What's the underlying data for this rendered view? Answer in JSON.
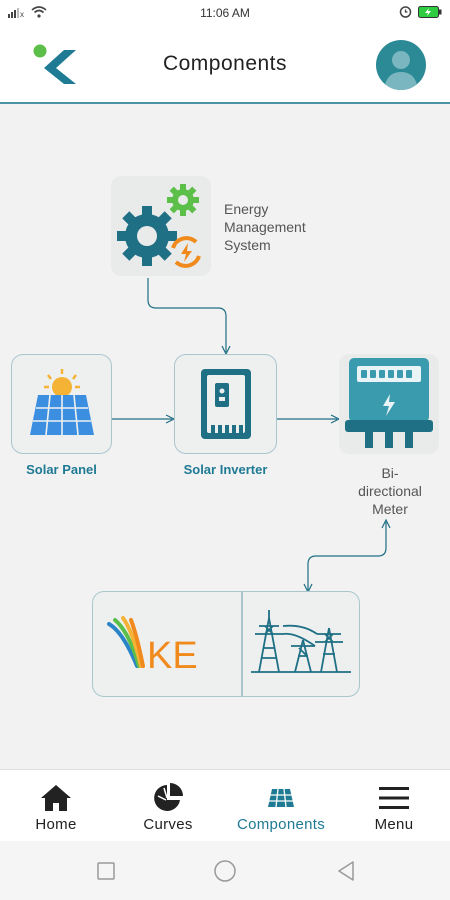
{
  "status_bar": {
    "time": "11:06 AM",
    "icons": [
      "signal-icon",
      "wifi-icon",
      "alarm-icon",
      "battery-charging-icon"
    ]
  },
  "header": {
    "title": "Components",
    "icons": [
      "app-logo-icon",
      "user-avatar-icon"
    ]
  },
  "diagram": {
    "ems_label_lines": [
      "Energy",
      "Management",
      "System"
    ],
    "solar_panel_label": "Solar Panel",
    "solar_inverter_label": "Solar Inverter",
    "meter_label_lines": [
      "Bi-",
      "directional",
      "Meter"
    ],
    "grid_logo_text": "KE",
    "icons": [
      "gears-icon",
      "solar-panel-icon",
      "inverter-icon",
      "meter-icon",
      "ke-logo-icon",
      "power-towers-icon"
    ],
    "colors": {
      "accent": "#1f7a93",
      "card_border": "#a9c6cd",
      "orange": "#f08a1c",
      "green": "#5cbf4a"
    }
  },
  "bottom_nav": {
    "items": [
      {
        "label": "Home",
        "icon": "home-icon"
      },
      {
        "label": "Curves",
        "icon": "pie-chart-icon"
      },
      {
        "label": "Components",
        "icon": "solar-grid-icon"
      },
      {
        "label": "Menu",
        "icon": "menu-icon"
      }
    ],
    "active": "Components"
  },
  "system_nav": {
    "icons": [
      "square-recents-icon",
      "circle-home-icon",
      "triangle-back-icon"
    ]
  }
}
